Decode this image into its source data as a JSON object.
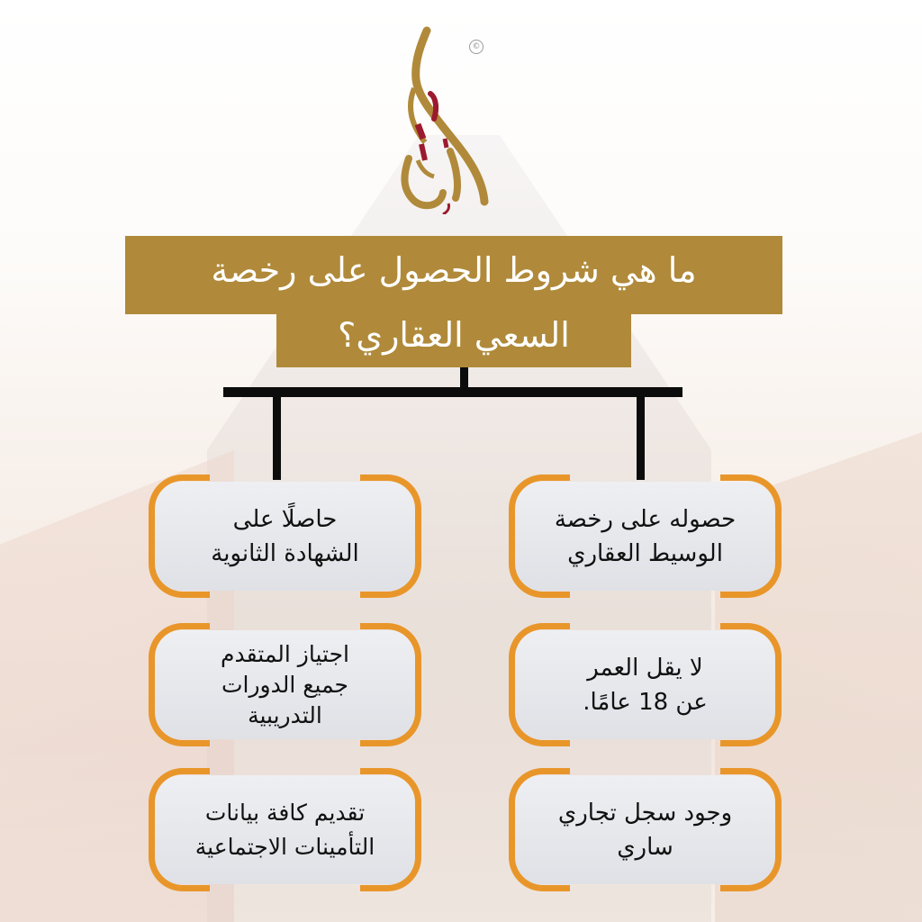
{
  "brand": {
    "logo_icon": "calligraphy-logo-icon",
    "copyright_symbol": "©",
    "colors": {
      "gold": "#b08a3a",
      "maroon": "#9b1b2e",
      "orange": "#e8962a",
      "box_fill": "#e6e8ec"
    }
  },
  "header": {
    "title_line1": "ما هي شروط الحصول على رخصة",
    "title_line2": "السعي العقاري؟"
  },
  "conditions": {
    "right": [
      {
        "text": "حصوله على رخصة\nالوسيط العقاري"
      },
      {
        "text": "لا يقل العمر\nعن 18 عامًا."
      },
      {
        "text": "وجود سجل تجاري\nساري"
      }
    ],
    "left": [
      {
        "text": "حاصلًا على\nالشهادة الثانوية"
      },
      {
        "text": "اجتياز  المتقدم\nجميع الدورات\nالتدريبية"
      },
      {
        "text": "تقديم كافة بيانات\nالتأمينات الاجتماعية"
      }
    ]
  }
}
